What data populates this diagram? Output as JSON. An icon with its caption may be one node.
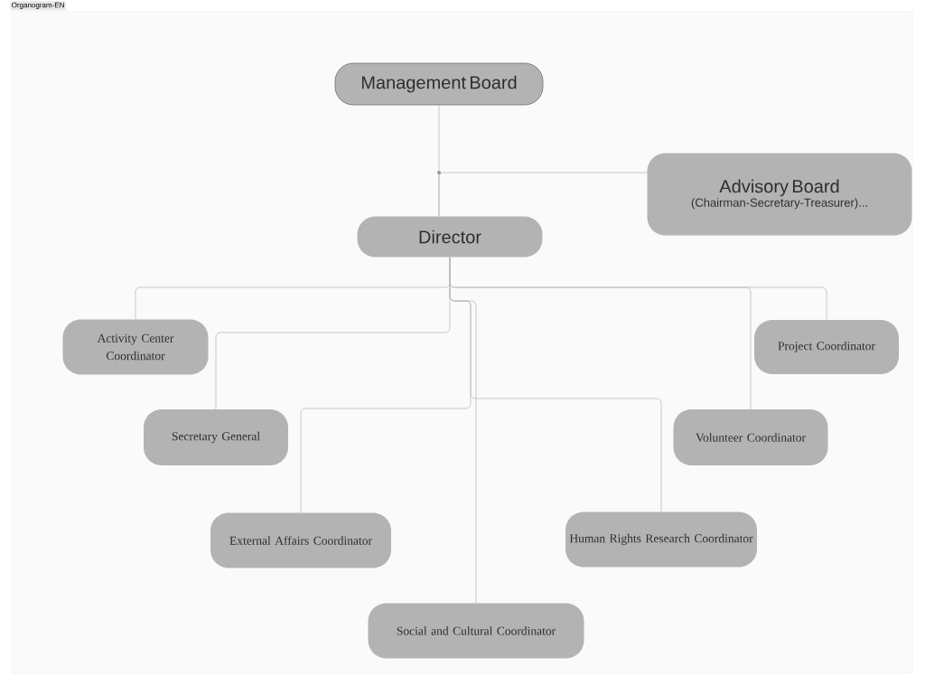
{
  "diagram": {
    "nodes": [
      {
        "text": [
          "Management Board"
        ]
      },
      {
        "text": [
          "Advisory Board",
          "(Chairman-Secretary-Treasurer)..."
        ]
      },
      {
        "text": [
          "Director"
        ]
      },
      {
        "text": [
          "Activity Center Coordinator"
        ]
      },
      {
        "text": [
          "Project Coordinator"
        ]
      },
      {
        "text": [
          "Secretary General"
        ]
      },
      {
        "text": [
          "Volunteer Coordinator"
        ]
      },
      {
        "text": [
          "External Affairs Coordinator"
        ]
      },
      {
        "text": [
          "Human Rights Research Coordinator"
        ]
      },
      {
        "text": [
          "Social and Cultural Coordinator"
        ]
      }
    ],
    "edges": [
      {
        "from": 0,
        "to": 2,
        "arrow": "none"
      },
      {
        "from": 1,
        "to": 2,
        "arrow": "none"
      },
      {
        "from": 2,
        "to": 3,
        "arrow": "none"
      },
      {
        "from": 2,
        "to": 4,
        "arrow": "none"
      },
      {
        "from": 2,
        "to": 5,
        "arrow": "none"
      },
      {
        "from": 2,
        "to": 6,
        "arrow": "none"
      },
      {
        "from": 2,
        "to": 7,
        "arrow": "none"
      },
      {
        "from": 2,
        "to": 8,
        "arrow": "none"
      },
      {
        "from": 2,
        "to": 9,
        "arrow": "none"
      }
    ],
    "labels": [
      "Organogram-EN"
    ]
  }
}
